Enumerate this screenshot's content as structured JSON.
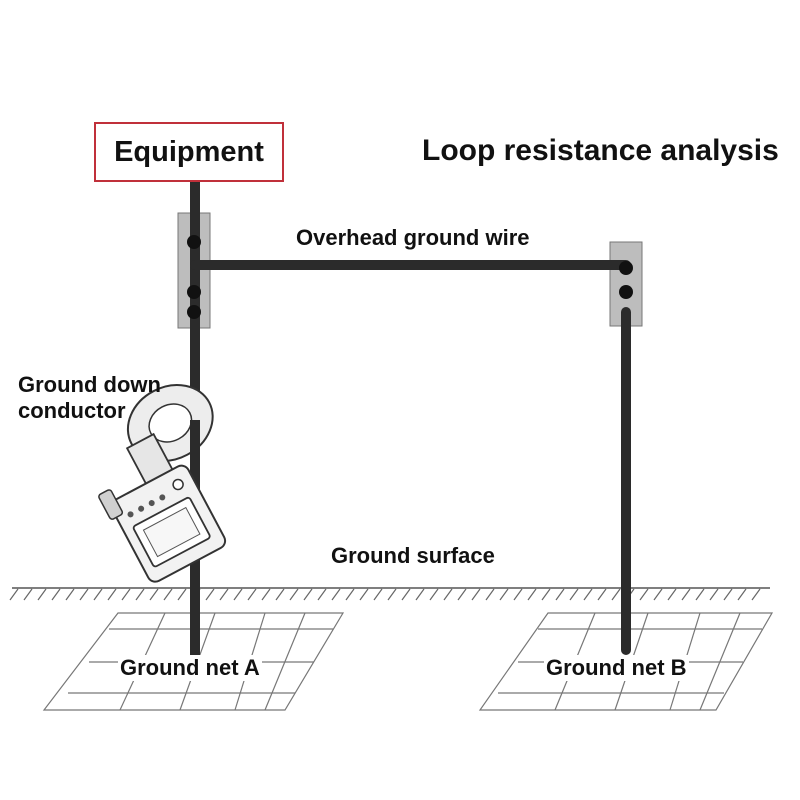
{
  "labels": {
    "equipment": "Equipment",
    "title": "Loop resistance analysis",
    "overhead_ground_wire": "Overhead ground wire",
    "ground_down_conductor": "Ground down\nconductor",
    "ground_surface": "Ground surface",
    "ground_net_a": "Ground net A",
    "ground_net_b": "Ground net B"
  },
  "colors": {
    "equipment_border": "#c0303a",
    "conductor": "#2b2b2b",
    "bracket": "#bdbdbd",
    "ground_line": "#555555"
  },
  "icons": {
    "tester": "clamp-earth-resistance-tester-icon"
  }
}
